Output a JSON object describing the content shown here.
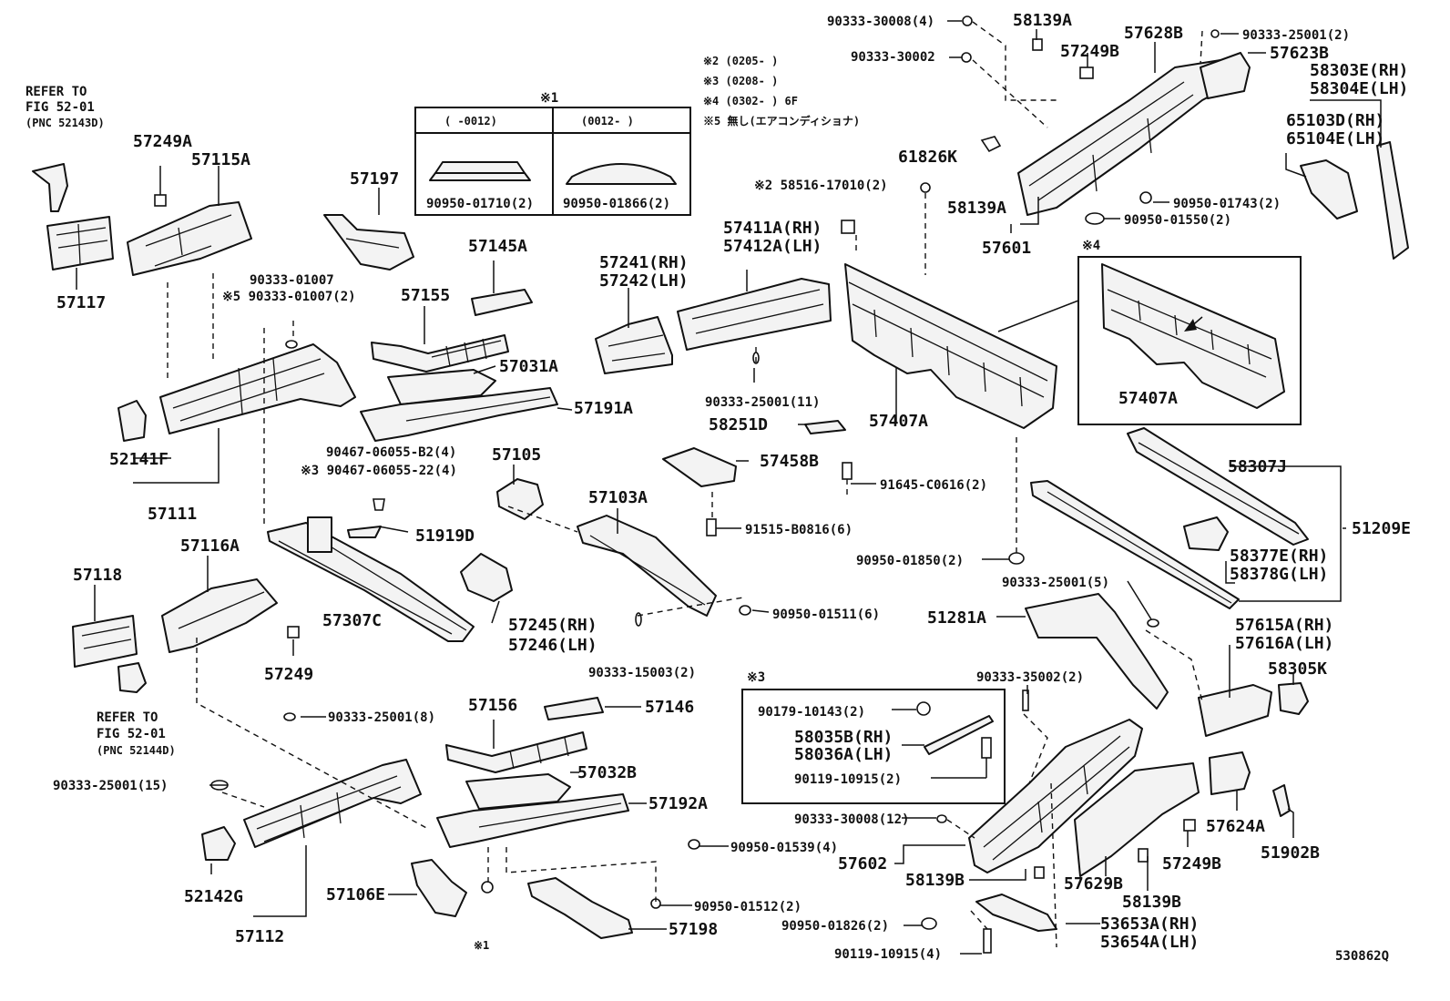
{
  "ref_top": [
    "REFER TO",
    "FIG 52-01",
    "(PNC 52143D)"
  ],
  "ref_bottom": [
    "REFER TO",
    "FIG 52-01",
    "(PNC 52144D)"
  ],
  "legend": {
    "n2": "※2 (0205-       )",
    "n3": "※3 (0208-       )",
    "n4": "※4 (0302-       ) 6F",
    "n5": "※5 無し(エアコンディショナ)"
  },
  "inset1": {
    "mark": "※1",
    "col_left": "(    -0012)",
    "col_right": "(0012-     )",
    "part_left": "90950-01710(2)",
    "part_right": "90950-01866(2)"
  },
  "inset3": {
    "mark": "※3"
  },
  "inset4": {
    "mark": "※4"
  },
  "labels": {
    "p57249A": "57249A",
    "p57115A": "57115A",
    "p57117": "57117",
    "p57197": "57197",
    "p90333_01007": "90333-01007",
    "p90333_01007_5": "※5 90333-01007(2)",
    "p57155": "57155",
    "p57145A": "57145A",
    "p57031A": "57031A",
    "p57191A": "57191A",
    "p52141F": "52141F",
    "p57111": "57111",
    "p90467_b2": "90467-06055-B2(4)",
    "p90467_22": "※3 90467-06055-22(4)",
    "p57105": "57105",
    "p51919D": "51919D",
    "p57103A": "57103A",
    "p57116A": "57116A",
    "p57118": "57118",
    "p57307C": "57307C",
    "p57245": "57245(RH)",
    "p57246": "57246(LH)",
    "p57249": "57249",
    "p90950_01511": "90950-01511(6)",
    "p90333_15003": "90333-15003(2)",
    "p57241": "57241(RH)",
    "p57242": "57242(LH)",
    "p57411A": "57411A(RH)",
    "p57412A": "57412A(LH)",
    "p58516": "※2 58516-17010(2)",
    "p61826K": "61826K",
    "p90333_25001_11": "90333-25001(11)",
    "p58251D": "58251D",
    "p57458B": "57458B",
    "p57407A_main": "57407A",
    "p91645": "91645-C0616(2)",
    "p91515": "91515-B0816(6)",
    "p90950_01850": "90950-01850(2)",
    "p90333_30008_4": "90333-30008(4)",
    "p90333_30002": "90333-30002",
    "p58139A_top": "58139A",
    "p57249B_top": "57249B",
    "p57628B": "57628B",
    "p90333_25001_2": "90333-25001(2)",
    "p57623B": "57623B",
    "p58303E": "58303E(RH)",
    "p58304E": "58304E(LH)",
    "p65103D": "65103D(RH)",
    "p65104E": "65104E(LH)",
    "p58139A_mid": "58139A",
    "p57601": "57601",
    "p90950_01743": "90950-01743(2)",
    "p90950_01550": "90950-01550(2)",
    "p57407A_inset": "57407A",
    "p58307J": "58307J",
    "p51209E": "51209E",
    "p58377E": "58377E(RH)",
    "p58378G": "58378G(LH)",
    "p90333_25001_5": "90333-25001(5)",
    "p51281A": "51281A",
    "p57615A": "57615A(RH)",
    "p57616A": "57616A(LH)",
    "p58305K": "58305K",
    "p90333_35002": "90333-35002(2)",
    "p90179": "90179-10143(2)",
    "p58035B": "58035B(RH)",
    "p58036A": "58036A(LH)",
    "p90119_2": "90119-10915(2)",
    "p90333_30008_12": "90333-30008(12)",
    "p57602": "57602",
    "p58139B_a": "58139B",
    "p57629B": "57629B",
    "p58139B_b": "58139B",
    "p57624A": "57624A",
    "p57249B_bot": "57249B",
    "p51902B": "51902B",
    "p53653A": "53653A(RH)",
    "p53654A": "53654A(LH)",
    "p90950_01826": "90950-01826(2)",
    "p90119_4": "90119-10915(4)",
    "p90333_25001_8": "90333-25001(8)",
    "p90333_25001_15": "90333-25001(15)",
    "p57156": "57156",
    "p57146": "57146",
    "p57032B": "57032B",
    "p57192A": "57192A",
    "p90950_01539": "90950-01539(4)",
    "p52142G": "52142G",
    "p57106E": "57106E",
    "p90950_01512": "90950-01512(2)",
    "p57198": "57198",
    "p57112": "57112",
    "note1_bottom": "※1",
    "figure_id": "530862Q"
  }
}
